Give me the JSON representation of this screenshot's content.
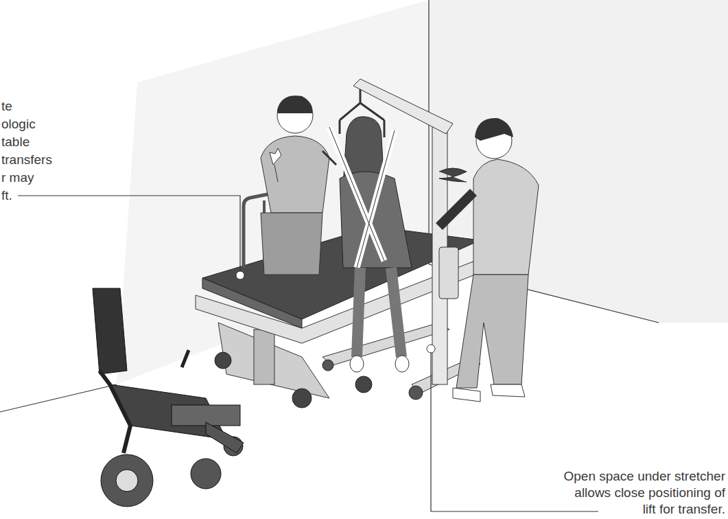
{
  "diagram": {
    "labels": [
      "te",
      "ologic",
      "table",
      "transfers",
      "r may",
      "ft.",
      "Open space under stretcher allows close positioning of lift for transfer."
    ]
  }
}
